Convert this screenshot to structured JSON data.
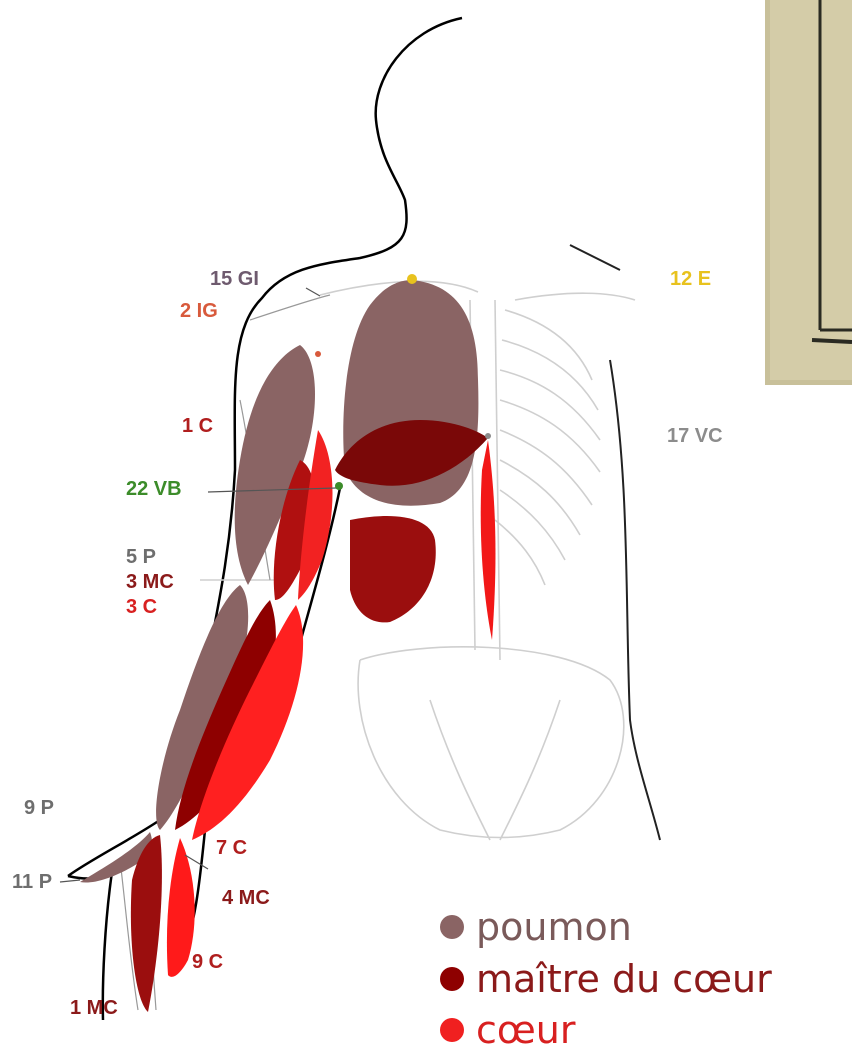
{
  "colors": {
    "poumon": "#8a6464",
    "maitre": "#8e0000",
    "coeur": "#f02020",
    "c15gi": "#6e5a6e",
    "c2ig": "#d85a3c",
    "c1c": "#b01e1e",
    "c22vb": "#3c8c2a",
    "c12e": "#e8c21e",
    "c17vc": "#8c8c8c",
    "grey": "#6e6e6e",
    "dark": "#8b1a1a"
  },
  "labels": {
    "gi15": "15 GI",
    "ig2": "2 IG",
    "c1": "1 C",
    "vb22": "22 VB",
    "p5": "5 P",
    "mc3": "3 MC",
    "c3": "3 C",
    "e12": "12 E",
    "vc17": "17 VC",
    "p9": "9 P",
    "p11": "11 P",
    "c7": "7 C",
    "mc4": "4 MC",
    "c9": "9 C",
    "mc1": "1 MC"
  },
  "legend": {
    "poumon": "poumon",
    "maitre": "maître du cœur",
    "coeur": "cœur"
  }
}
